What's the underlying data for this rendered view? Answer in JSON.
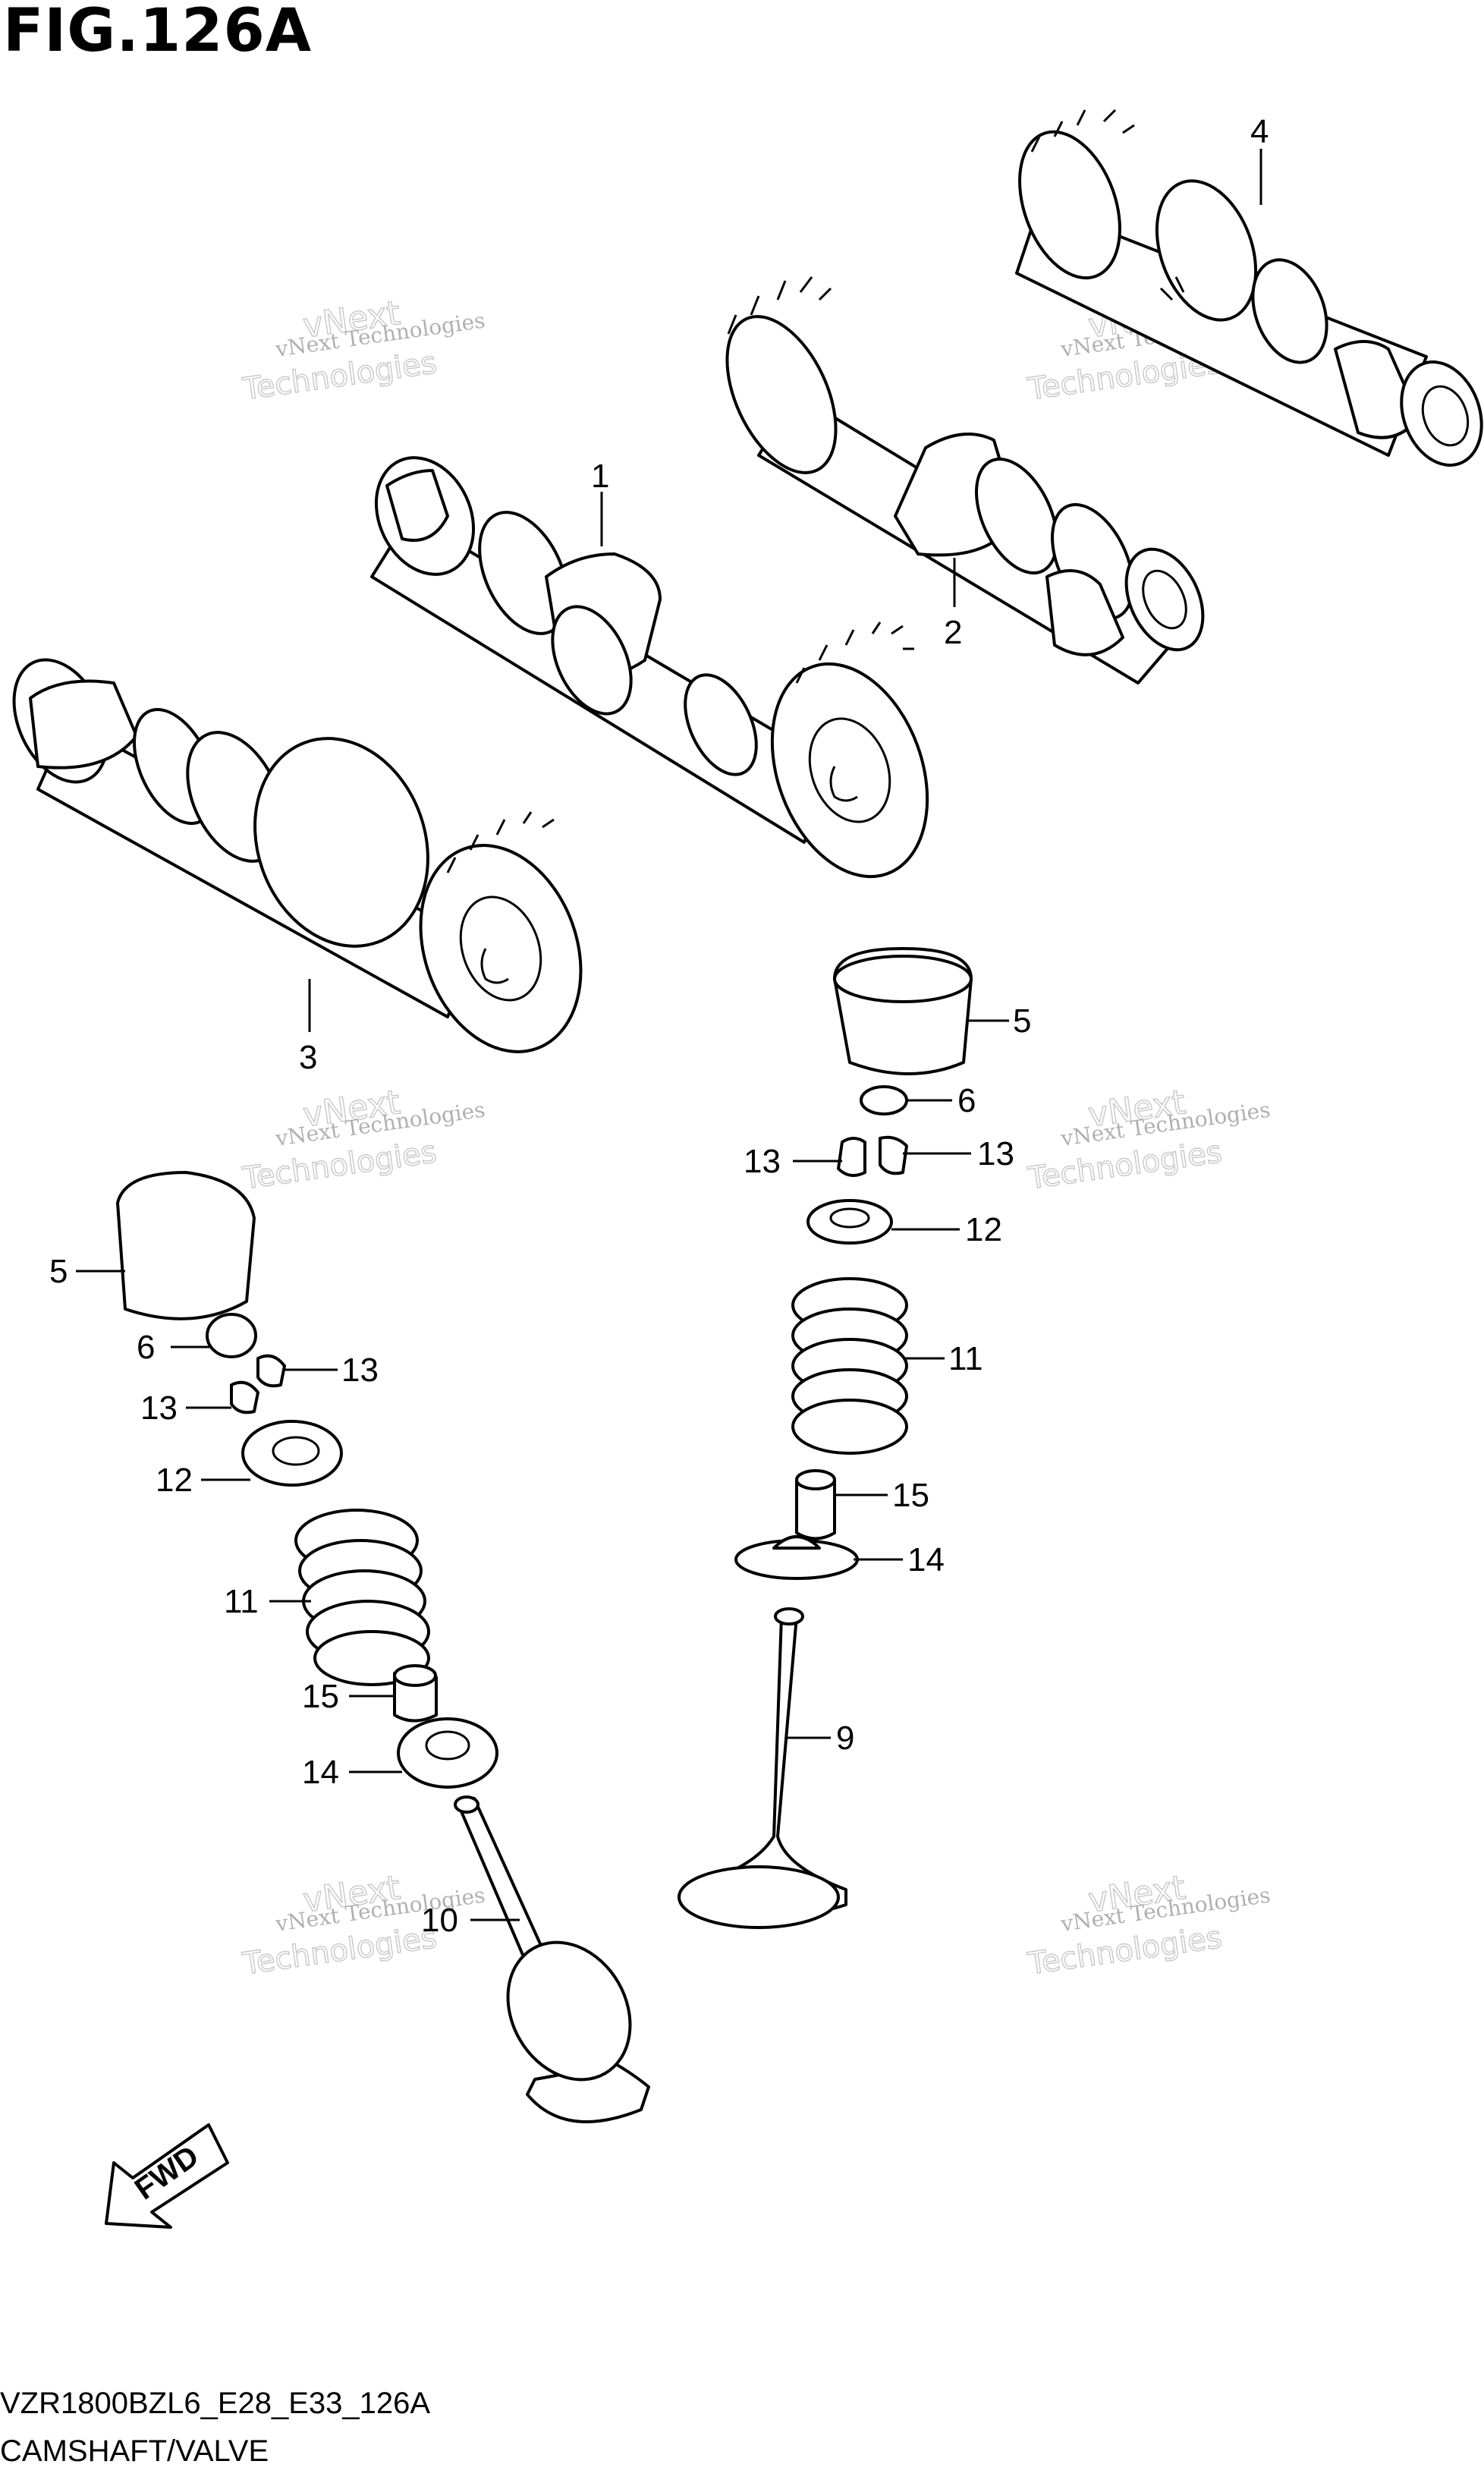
{
  "figure": {
    "title": "FIG.126A",
    "model_code": "VZR1800BZL6_E28_E33_126A",
    "section_name": "CAMSHAFT/VALVE",
    "direction_label": "FWD"
  },
  "watermark": {
    "line1": "vNext Technologies",
    "line2": "vNext",
    "line3": "Technologies"
  },
  "callouts": {
    "c1": "1",
    "c2": "2",
    "c3": "3",
    "c4": "4",
    "c5a": "5",
    "c5b": "5",
    "c6a": "6",
    "c6b": "6",
    "c9": "9",
    "c10": "10",
    "c11a": "11",
    "c11b": "11",
    "c12a": "12",
    "c12b": "12",
    "c13a": "13",
    "c13b": "13",
    "c13c": "13",
    "c13d": "13",
    "c14a": "14",
    "c14b": "14",
    "c15a": "15",
    "c15b": "15"
  }
}
